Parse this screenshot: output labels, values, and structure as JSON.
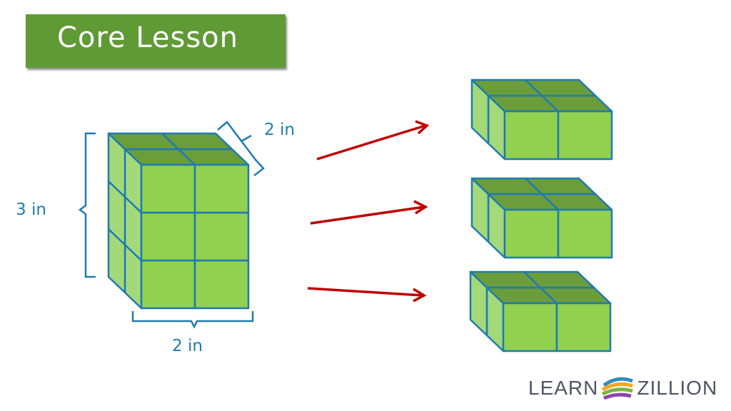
{
  "header": {
    "title": "Core Lesson"
  },
  "diagram": {
    "height_label": "3 in",
    "depth_label": "2 in",
    "width_label": "2 in"
  },
  "logo": {
    "left": "LEARN",
    "right": "ZILLION"
  },
  "colors": {
    "banner": "#5f9a34",
    "cube_top": "#6b9d3b",
    "cube_front": "#92d050",
    "cube_side": "#a3d979",
    "edge": "#1f7bb0",
    "arrow": "#c00000",
    "logo_text": "#4d5566"
  },
  "icons": [
    "logo-swirl-icon"
  ]
}
